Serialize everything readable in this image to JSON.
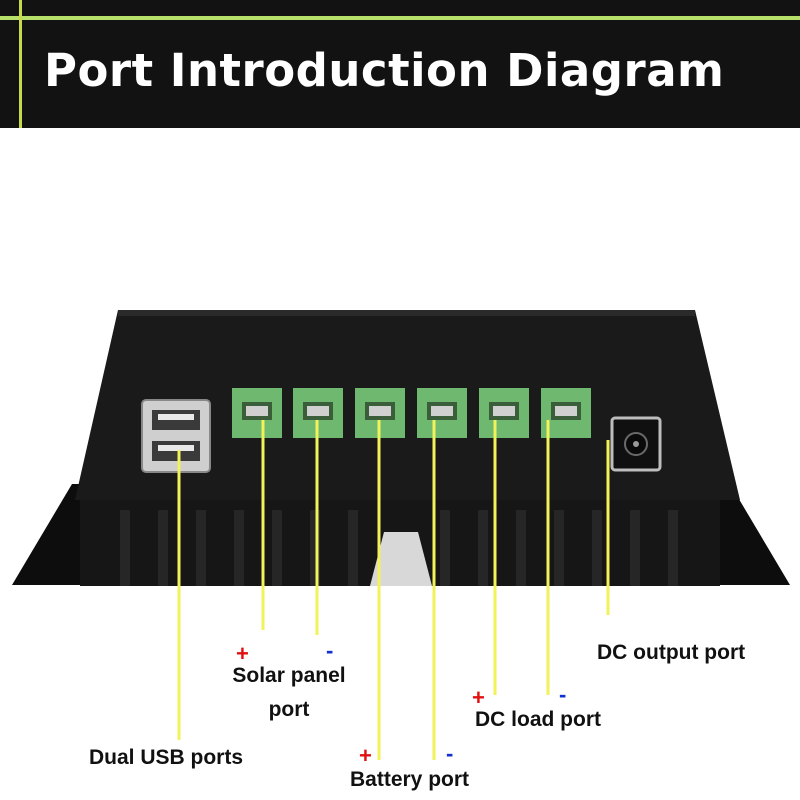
{
  "banner": {
    "title": "Port Introduction Diagram",
    "accent_color": "#b6e06a",
    "background_color": "#121212"
  },
  "callout_color": "#f2f25a",
  "terminal_color": "#6fb86f",
  "ports": {
    "usb": {
      "label": "Dual USB ports"
    },
    "solar": {
      "label_line1": "Solar panel",
      "label_line2": "port",
      "positive": "+",
      "negative": "-"
    },
    "battery": {
      "label": "Battery port",
      "positive": "+",
      "negative": "-"
    },
    "dc_load": {
      "label": "DC load port",
      "positive": "+",
      "negative": "-"
    },
    "dc_output": {
      "label": "DC output port"
    }
  }
}
